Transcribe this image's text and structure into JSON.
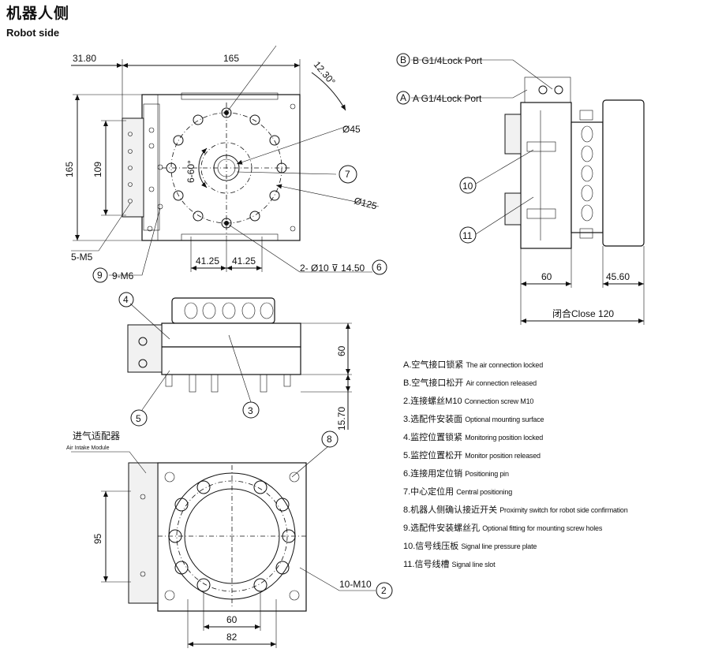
{
  "header": {
    "title_cn": "机器人侧",
    "title_en": "Robot side"
  },
  "top_view": {
    "dims": {
      "left_offset": "31.80",
      "width": "165",
      "angle": "12.30°",
      "dia45": "Ø45",
      "height": "165",
      "inner_height": "109",
      "dia125": "Ø125",
      "angle6": "6-60°",
      "half_a": "41.25",
      "half_b": "41.25",
      "m5": "5-M5",
      "m6": "9-M6",
      "pin": "2- Ø10 ⊽ 14.50"
    },
    "callouts": {
      "c7": "7",
      "c9": "9",
      "c6": "6"
    }
  },
  "side_view": {
    "labels": {
      "b_port": "B G1/4Lock Port",
      "a_port": "A G1/4Lock Port",
      "b": "B",
      "a": "A"
    },
    "dims": {
      "width": "60",
      "offset": "45.60",
      "close": "闭合Close 120"
    },
    "callouts": {
      "c10": "10",
      "c11": "11"
    }
  },
  "front_view": {
    "dims": {
      "height": "60",
      "bottom": "15.70"
    },
    "callouts": {
      "c4": "4",
      "c5": "5",
      "c3": "3"
    }
  },
  "bottom_view": {
    "labels": {
      "adapter_cn": "进气适配器",
      "adapter_en": "Air Intake Module"
    },
    "dims": {
      "h95": "95",
      "w60": "60",
      "w82": "82",
      "m10": "10-M10"
    },
    "callouts": {
      "c8": "8",
      "c2": "2"
    }
  },
  "legend": [
    {
      "cn": "A.空气接口锁紧",
      "en": "The air connection locked"
    },
    {
      "cn": "B.空气接口松开",
      "en": "Air connection released"
    },
    {
      "cn": "2.连接螺丝M10",
      "en": "Connection screw M10"
    },
    {
      "cn": "3.选配件安装面",
      "en": "Optional mounting surface"
    },
    {
      "cn": "4.监控位置锁紧",
      "en": "Monitoring position locked"
    },
    {
      "cn": "5.监控位置松开",
      "en": "Monitor position released"
    },
    {
      "cn": "6.连接用定位销",
      "en": "Positioning pin"
    },
    {
      "cn": "7.中心定位用",
      "en": "Central positioning"
    },
    {
      "cn": "8.机器人侧确认接近开关",
      "en": "Proximity switch for robot side confirmation"
    },
    {
      "cn": "9.选配件安装螺丝孔",
      "en": "Optional fitting for mounting screw holes"
    },
    {
      "cn": "10.信号线压板",
      "en": "Signal line pressure plate"
    },
    {
      "cn": "11.信号线槽",
      "en": "Signal line slot"
    }
  ]
}
